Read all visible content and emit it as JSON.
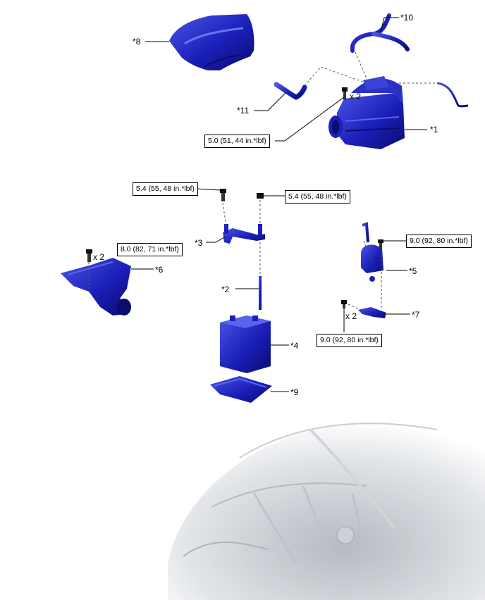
{
  "callouts": {
    "c1": "*1",
    "c2": "*2",
    "c3": "*3",
    "c4": "*4",
    "c5": "*5",
    "c6": "*6",
    "c7": "*7",
    "c8": "*8",
    "c9": "*9",
    "c10": "*10",
    "c11": "*11"
  },
  "torques": {
    "t1": "5.0 (51, 44 in.*lbf)",
    "t2": "5.4 (55, 48 in.*lbf)",
    "t3": "5.4 (55, 48 in.*lbf)",
    "t4": "8.0 (82, 71 in.*lbf)",
    "t5": "9.0 (92, 80 in.*lbf)",
    "t6": "9.0 (92, 80 in.*lbf)"
  },
  "quantities": {
    "q1": "x 2",
    "q2": "x 2",
    "q3": "x 2"
  },
  "colors": {
    "part_blue": "#1a1fb8",
    "part_dark": "#0a0c6e",
    "part_light": "#4b55e8",
    "leader": "#000000",
    "dashed": "#555555",
    "engine_bay_gray": "#c8ccd2"
  }
}
